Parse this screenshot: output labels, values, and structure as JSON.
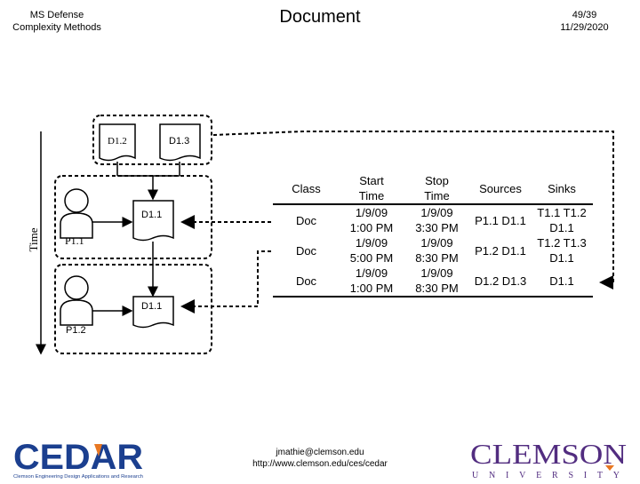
{
  "header": {
    "left_line1": "MS Defense",
    "left_line2": "Complexity Methods",
    "title": "Document",
    "page": "49/39",
    "date": "11/29/2020"
  },
  "diagram": {
    "time_label": "Time",
    "doc_d12": "D1.2",
    "doc_d13": "D1.3",
    "doc_d11_top": "D1.1",
    "doc_d11_bottom": "D1.1",
    "person_p11": "P1.1",
    "person_p12": "P1.2"
  },
  "table": {
    "headers": {
      "class": "Class",
      "start_l1": "Start",
      "start_l2": "Time",
      "stop_l1": "Stop",
      "stop_l2": "Time",
      "sources": "Sources",
      "sinks": "Sinks"
    },
    "rows": [
      {
        "class": "Doc",
        "start_l1": "1/9/09",
        "start_l2": "1:00 PM",
        "stop_l1": "1/9/09",
        "stop_l2": "3:30 PM",
        "sources": "P1.1 D1.1",
        "sinks_l1": "T1.1 T1.2",
        "sinks_l2": "D1.1"
      },
      {
        "class": "Doc",
        "start_l1": "1/9/09",
        "start_l2": "5:00 PM",
        "stop_l1": "1/9/09",
        "stop_l2": "8:30 PM",
        "sources": "P1.2 D1.1",
        "sinks_l1": "T1.2 T1.3",
        "sinks_l2": "D1.1"
      },
      {
        "class": "Doc",
        "start_l1": "1/9/09",
        "start_l2": "1:00 PM",
        "stop_l1": "1/9/09",
        "stop_l2": "8:30 PM",
        "sources": "D1.2 D1.3",
        "sinks_l1": "D1.1",
        "sinks_l2": ""
      }
    ]
  },
  "footer": {
    "email": "jmathie@clemson.edu",
    "url": "http://www.clemson.edu/ces/cedar",
    "cedar_logo_text": "CEDAR",
    "cedar_tagline": "Clemson Engineering Design Applications and Research",
    "clemson_logo_text": "CLEMSON",
    "clemson_sub": "UNIVERSITY",
    "colors": {
      "cedar_blue": "#1b3f8f",
      "cedar_orange": "#e87722",
      "clemson_purple": "#522d80"
    }
  }
}
